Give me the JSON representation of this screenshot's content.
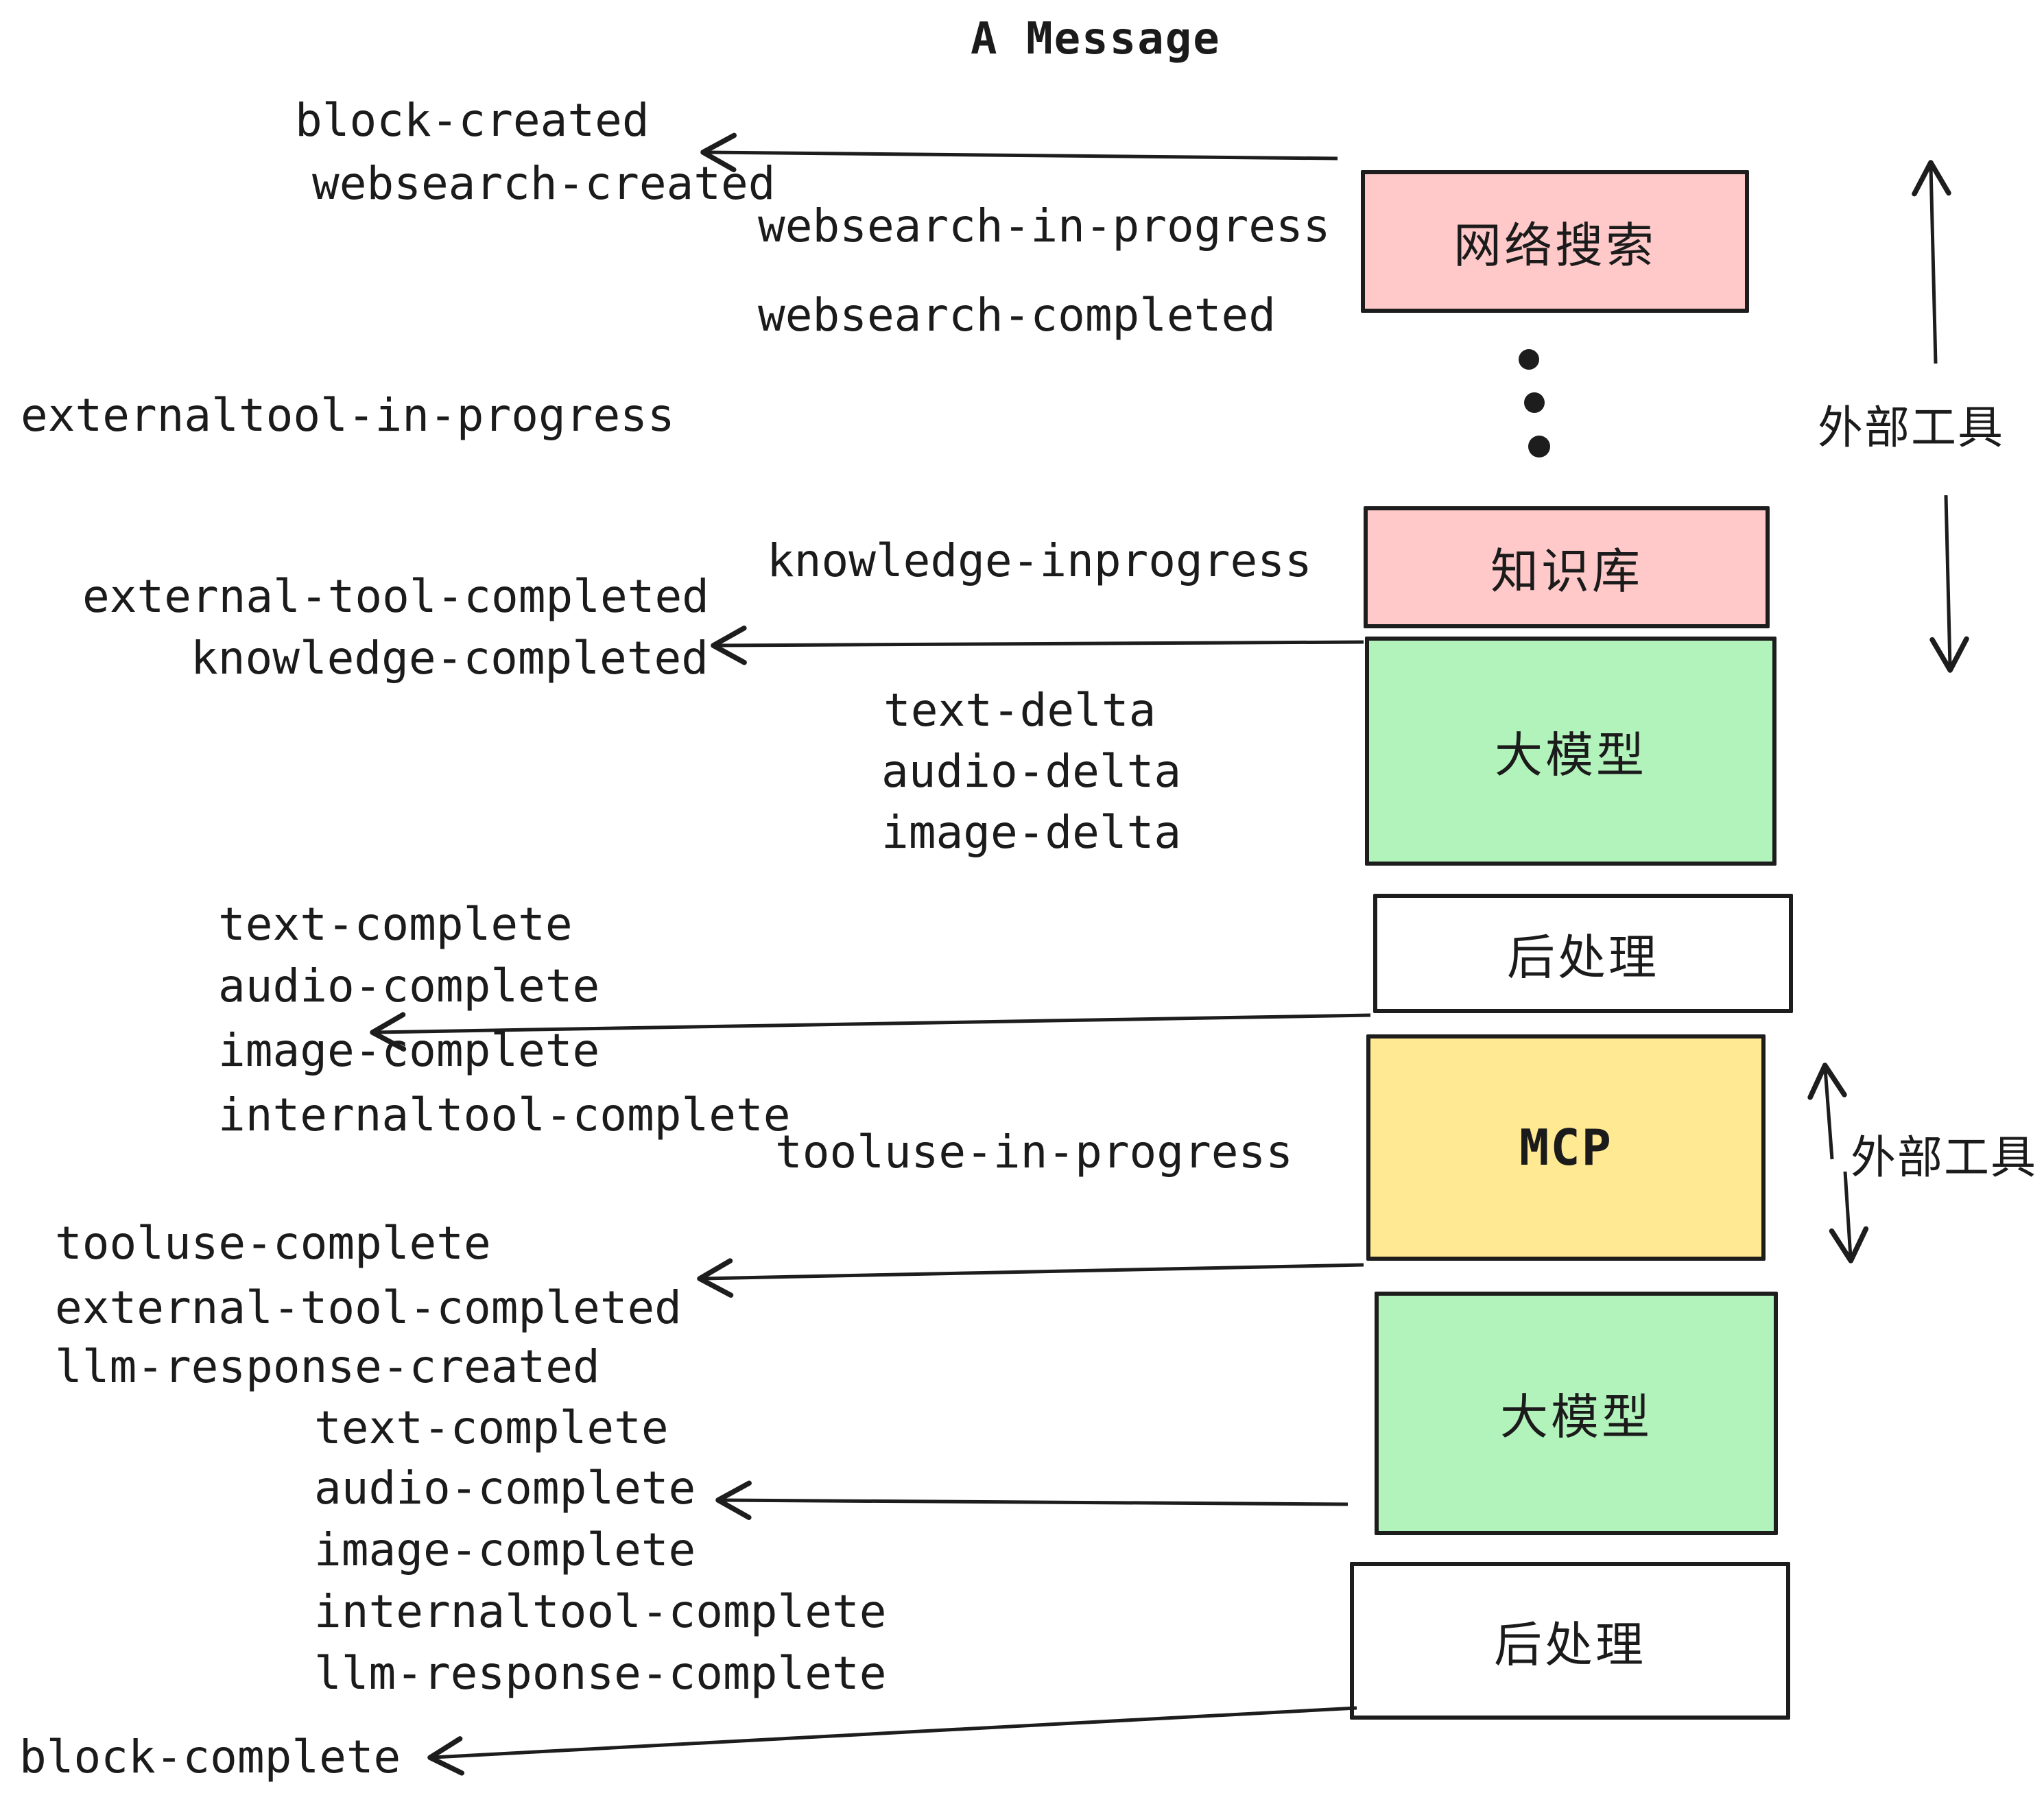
{
  "title": "A Message",
  "nodes": [
    {
      "id": "websearch",
      "label": "网络搜索",
      "color": "#ffc9c9"
    },
    {
      "id": "knowledge",
      "label": "知识库",
      "color": "#ffc9c9"
    },
    {
      "id": "llm-1",
      "label": "大模型",
      "color": "#b2f2bb"
    },
    {
      "id": "post-1",
      "label": "后处理",
      "color": "#ffffff"
    },
    {
      "id": "mcp",
      "label": "MCP",
      "color": "#ffe992"
    },
    {
      "id": "llm-2",
      "label": "大模型",
      "color": "#b2f2bb"
    },
    {
      "id": "post-2",
      "label": "后处理",
      "color": "#ffffff"
    }
  ],
  "side_labels": [
    {
      "text": "外部工具"
    },
    {
      "text": "外部工具"
    }
  ],
  "events": [
    {
      "text": "block-created"
    },
    {
      "text": "websearch-created"
    },
    {
      "text": "websearch-in-progress"
    },
    {
      "text": "websearch-completed"
    },
    {
      "text": "externaltool-in-progress"
    },
    {
      "text": "knowledge-inprogress"
    },
    {
      "text": "external-tool-completed"
    },
    {
      "text": "knowledge-completed"
    },
    {
      "text": "text-delta"
    },
    {
      "text": "audio-delta"
    },
    {
      "text": "image-delta"
    },
    {
      "text": "text-complete"
    },
    {
      "text": "audio-complete"
    },
    {
      "text": "image-complete"
    },
    {
      "text": "internaltool-complete"
    },
    {
      "text": "tooluse-in-progress"
    },
    {
      "text": "tooluse-complete"
    },
    {
      "text": "external-tool-completed"
    },
    {
      "text": "llm-response-created"
    },
    {
      "text": "text-complete"
    },
    {
      "text": "audio-complete"
    },
    {
      "text": "image-complete"
    },
    {
      "text": "internaltool-complete"
    },
    {
      "text": "llm-response-complete"
    },
    {
      "text": "block-complete"
    }
  ],
  "colors": {
    "stroke": "#1d1d1d",
    "pink": "#ffc9c9",
    "green": "#b2f2bb",
    "yellow": "#ffe992",
    "text": "#1b1b1b"
  }
}
